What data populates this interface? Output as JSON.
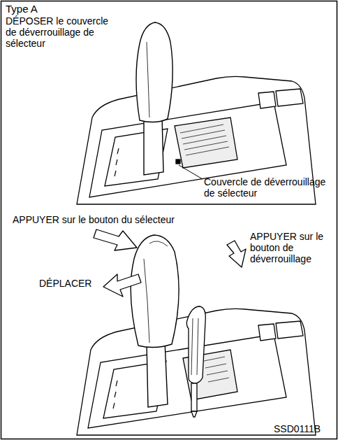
{
  "diagram": {
    "title": "Type A",
    "labels": [
      "DÉPOSER le couvercle de déverrouillage de sélecteur",
      "Couvercle de déverrouillage de sélecteur",
      "APPUYER sur le bouton du sélecteur",
      "APPUYER sur le bouton de déverrouillage",
      "DÉPLACER",
      "SSD0111B"
    ]
  }
}
